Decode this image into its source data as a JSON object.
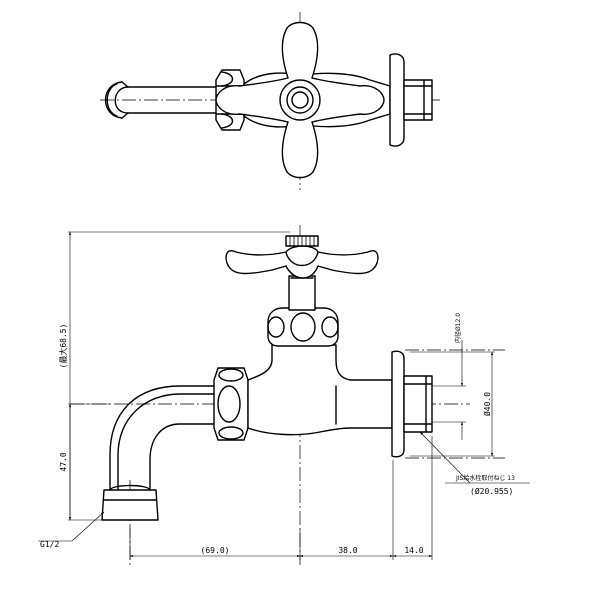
{
  "dimensions": {
    "height_max": "(最大68.5)",
    "height_spout": "47.0",
    "inner_diameter": "内径Ø12.0",
    "outer_diameter": "Ø40.0",
    "spout_thread": "G1/2",
    "inlet_thread": "JIS給水栓取付ねじ 13",
    "inlet_thread_diameter": "(Ø20.955)",
    "spout_length": "(69.0)",
    "body_length": "38.0",
    "flange_length": "14.0"
  }
}
